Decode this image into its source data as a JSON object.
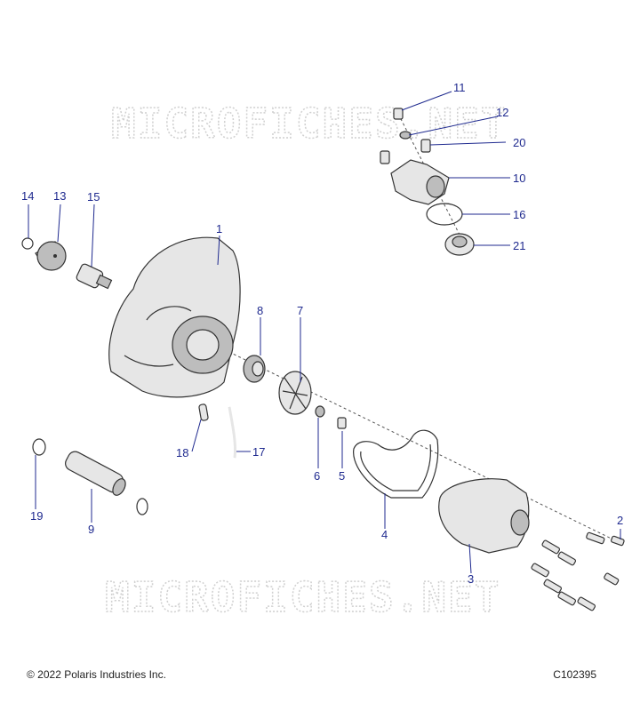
{
  "watermark": "MICROFICHES.NET",
  "footer": {
    "copyright": "© 2022 Polaris Industries Inc.",
    "figure_id": "C102395"
  },
  "callouts": [
    "1",
    "2",
    "3",
    "4",
    "5",
    "6",
    "7",
    "8",
    "10",
    "11",
    "12",
    "13",
    "14",
    "15",
    "16",
    "17",
    "18",
    "19",
    "20",
    "21",
    "9"
  ]
}
